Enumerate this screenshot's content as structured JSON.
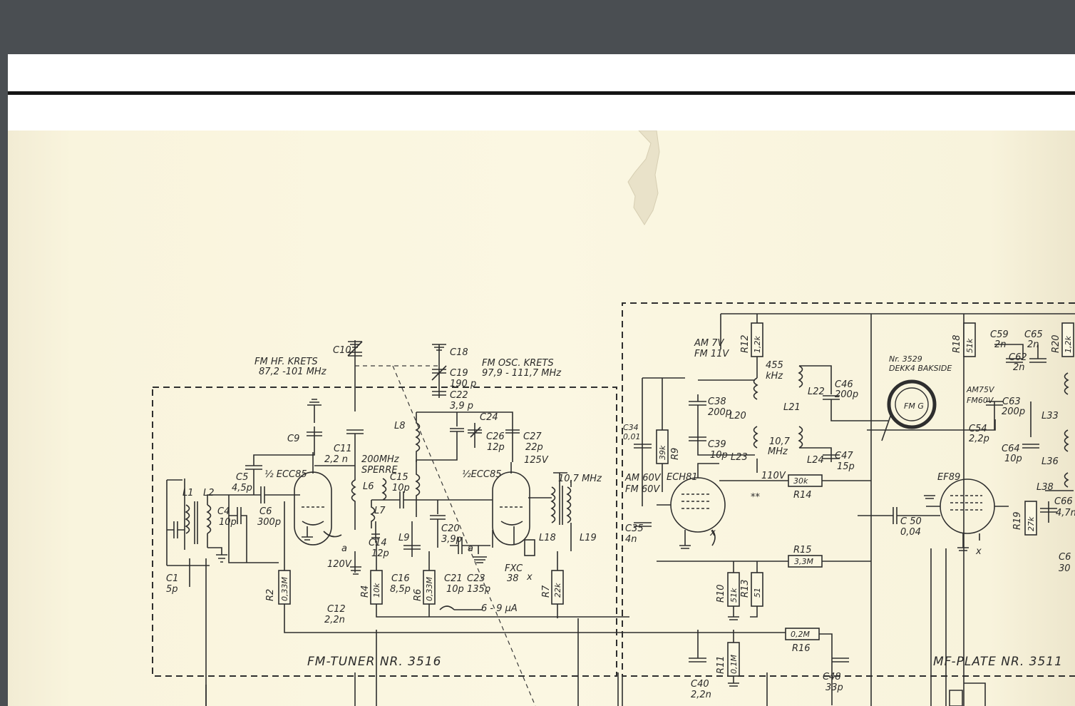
{
  "document": {
    "sections": {
      "fm_tuner": "FM-TUNER NR. 3516",
      "mf_plate": "MF-PLATE NR. 3511",
      "fm_hf_krets_1": "FM HF. KRETS",
      "fm_hf_krets_2": "87,2 -101 MHz",
      "fm_osc_krets_1": "FM OSC. KRETS",
      "fm_osc_krets_2": "97,9 - 111,7 MHz",
      "dekk_1": "Nr. 3529",
      "dekk_2": "DEKK4 BAKSIDE"
    },
    "labels": {
      "c10": "C10",
      "c18": "C18",
      "c19": "C19",
      "c19v": "190 p",
      "c22": "C22",
      "c22v": "3,9 p",
      "c9": "C9",
      "c11": "C11",
      "c11v": "2,2 n",
      "sperre1": "200MHz",
      "sperre2": "SPERRE",
      "c5": "C5",
      "c5v": "4,5p",
      "ecc85a": "½ ECC85",
      "ecc85b": "½ECC85",
      "l1": "L1",
      "l2": "L2",
      "c4": "C4",
      "c4v": "10p",
      "c6": "C6",
      "c6v": "300p",
      "l6": "L6",
      "l7": "L7",
      "l8": "L8",
      "l9": "L9",
      "c15": "C15",
      "c15v": "10p",
      "c14": "C14",
      "c14v": "12p",
      "c24": "C24",
      "c26": "C26",
      "c26v": "12p",
      "c27": "C27",
      "c27v": "22p",
      "v125": "125V",
      "mhz107": "10,7 MHz",
      "l18": "L18",
      "l19": "L19",
      "c20": "C20",
      "c20v": "3,9p",
      "v120": "120V",
      "c1": "C1",
      "c1v": "5p",
      "r2": "R2",
      "r2v": "0,33M",
      "c12": "C12",
      "c12v": "2,2n",
      "r4": "R4",
      "r4v": "10k",
      "c16": "C16",
      "c16v": "8,5p",
      "r6": "R6",
      "r6v": "0,33M",
      "c21": "C21",
      "c21v": "10p",
      "c23": "C23",
      "c23v": "135p",
      "fxc": "FXC",
      "fxcv": "38",
      "r7": "R7",
      "r7v": "22k",
      "ua": "6 - 9 µA",
      "am7v": "AM 7V",
      "fm11v": "FM 11V",
      "r12": "R12",
      "r12v": "1,2k",
      "khz455a": "455",
      "khz455b": "kHz",
      "c46": "C46",
      "c46v": "200p",
      "l22": "L22",
      "l21": "L21",
      "c38": "C38",
      "c38v": "200p",
      "l20": "L20",
      "c34": "C34",
      "c34v": "0,01",
      "r9": "R9",
      "r9v": "39k",
      "c39": "C39",
      "c39v": "10p",
      "l23": "L23",
      "mhz107b1": "10,7",
      "mhz107b2": "MHz",
      "l24": "L24",
      "c47": "C47",
      "c47v": "15p",
      "am60v": "AM 60V",
      "fm60v": "FM 60V",
      "ech81": "ECH81",
      "v110": "110V",
      "r14": "R14",
      "r14v": "30k",
      "c35": "C35",
      "c35v": "4n",
      "r15": "R15",
      "r15v": "3,3M",
      "r10": "R10",
      "r10v": "51k",
      "r13": "R13",
      "r13v": "51",
      "r16": "R16",
      "r16v": "0,2M",
      "c40": "C40",
      "c40v": "2,2n",
      "r11": "R11",
      "r11v": "0,1M",
      "c48": "C48",
      "c48v": "33p",
      "r18": "R18",
      "r18v": "51k",
      "c59": "C59",
      "c59v": "2n",
      "c65": "C65",
      "c65v": "2n",
      "r20": "R20",
      "r20v": "1,2k",
      "c62": "C62",
      "c62v": "2n",
      "am75v": "AM75V",
      "fm60v2": "FM60V",
      "c63": "C63",
      "c63v": "200p",
      "l33": "L33",
      "c54": "C54",
      "c54v": "2,2p",
      "c64": "C64",
      "c64v": "10p",
      "l36": "L36",
      "ef89": "EF89",
      "l38": "L38",
      "c66": "C66",
      "c66v": "4,7n",
      "c50": "C 50",
      "c50v": "0,04",
      "r19": "R19",
      "r19v": "27k",
      "c6x": "C6",
      "c6xv": "30",
      "fmg": "FM G",
      "mark": "**",
      "x": "x",
      "a": "a"
    },
    "colors": {
      "ink": "#2e2e2e",
      "paper": "#fbf7e2",
      "viewer": "#4a4e52"
    }
  }
}
